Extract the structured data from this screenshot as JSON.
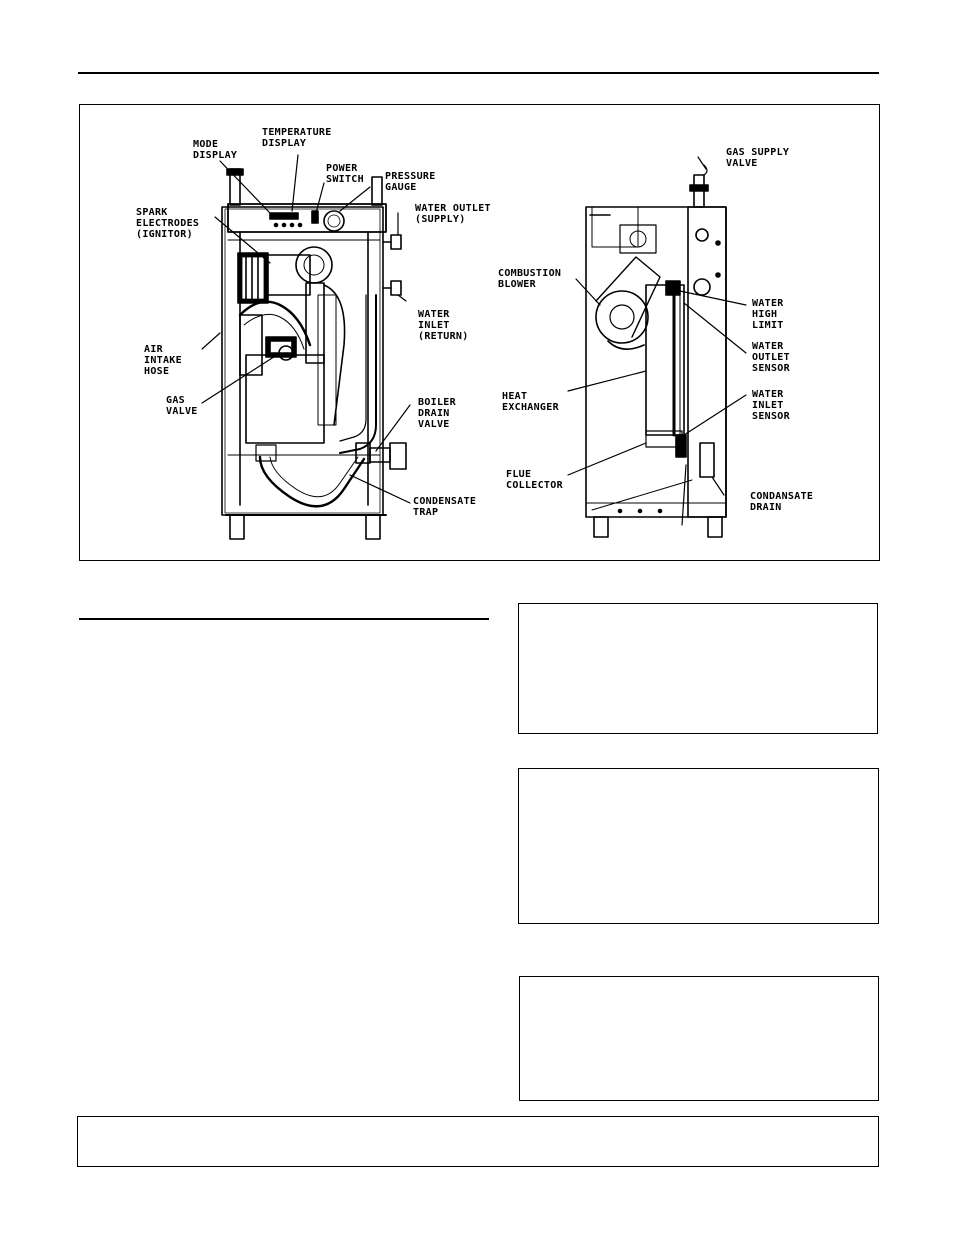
{
  "figure": {
    "front_labels": {
      "mode_display": "MODE\nDISPLAY",
      "temperature_display": "TEMPERATURE\nDISPLAY",
      "power_switch": "POWER\nSWITCH",
      "pressure_gauge": "PRESSURE\nGAUGE",
      "water_outlet": "WATER OUTLET\n(SUPPLY)",
      "spark_electrodes": "SPARK\nELECTRODES\n(IGNITOR)",
      "water_inlet": "WATER\nINLET\n(RETURN)",
      "air_intake_hose": "AIR\nINTAKE\nHOSE",
      "gas_valve": "GAS\nVALVE",
      "boiler_drain_valve": "BOILER\nDRAIN\nVALVE",
      "condensate_trap": "CONDENSATE\nTRAP"
    },
    "rear_labels": {
      "gas_supply_valve": "GAS SUPPLY\nVALVE",
      "combustion_blower": "COMBUSTION\nBLOWER",
      "water_high_limit": "WATER\nHIGH\nLIMIT",
      "water_outlet_sensor": "WATER\nOUTLET\nSENSOR",
      "heat_exchanger": "HEAT\nEXCHANGER",
      "water_inlet_sensor": "WATER\nINLET\nSENSOR",
      "flue_collector": "FLUE\nCOLLECTOR",
      "condensate_drain": "CONDANSATE\nDRAIN"
    }
  }
}
